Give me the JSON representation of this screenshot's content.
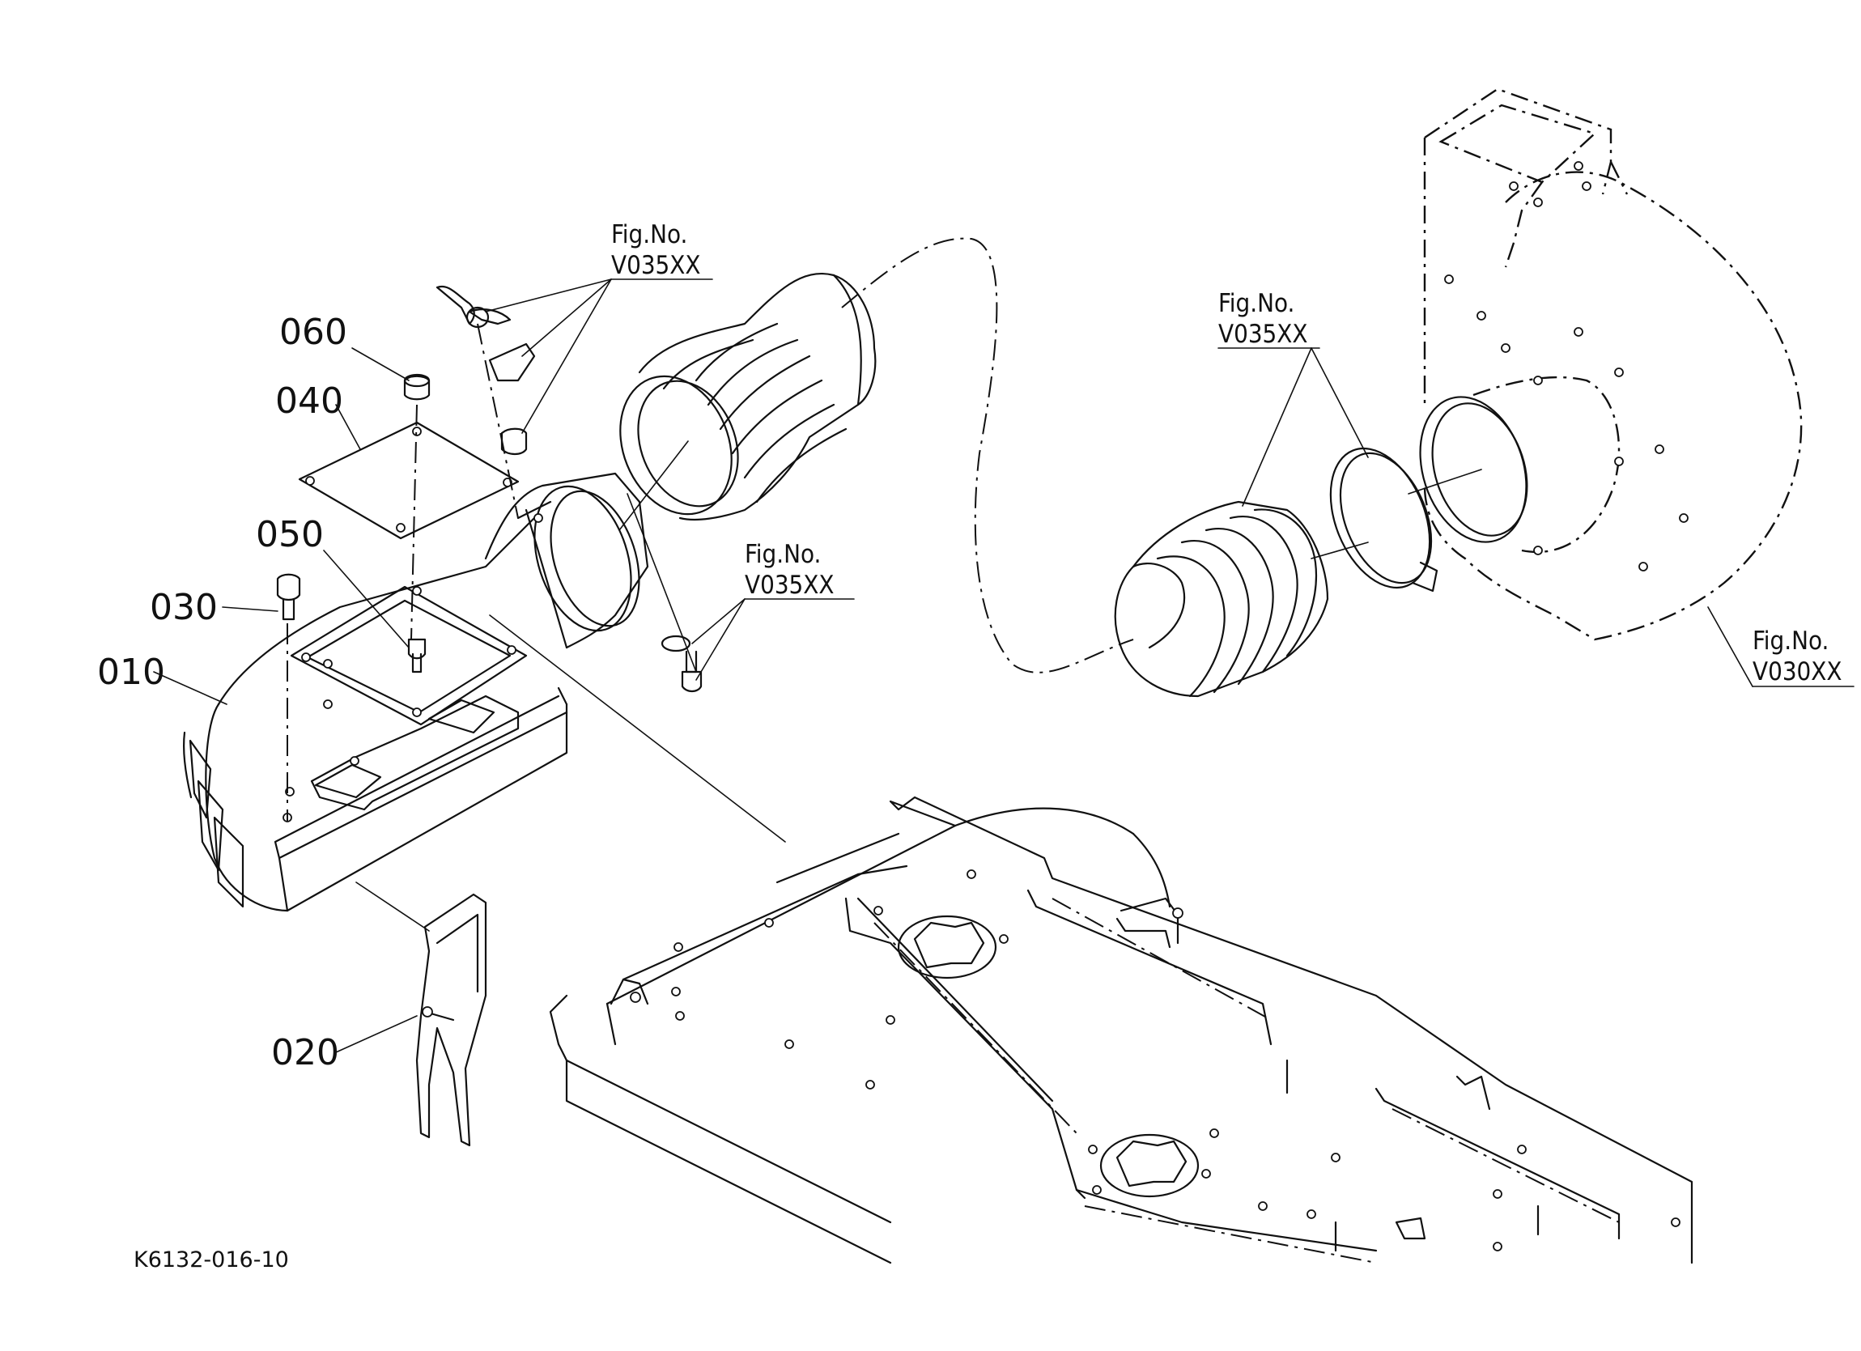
{
  "diagram": {
    "drawing_code": "K6132-016-10",
    "parts": [
      {
        "id": "010"
      },
      {
        "id": "020"
      },
      {
        "id": "030"
      },
      {
        "id": "040"
      },
      {
        "id": "050"
      },
      {
        "id": "060"
      }
    ],
    "figure_refs": [
      {
        "label": "Fig.No.",
        "code": "V035XX"
      },
      {
        "label": "Fig.No.",
        "code": "V035XX"
      },
      {
        "label": "Fig.No.",
        "code": "V035XX"
      },
      {
        "label": "Fig.No.",
        "code": "V030XX"
      }
    ]
  }
}
